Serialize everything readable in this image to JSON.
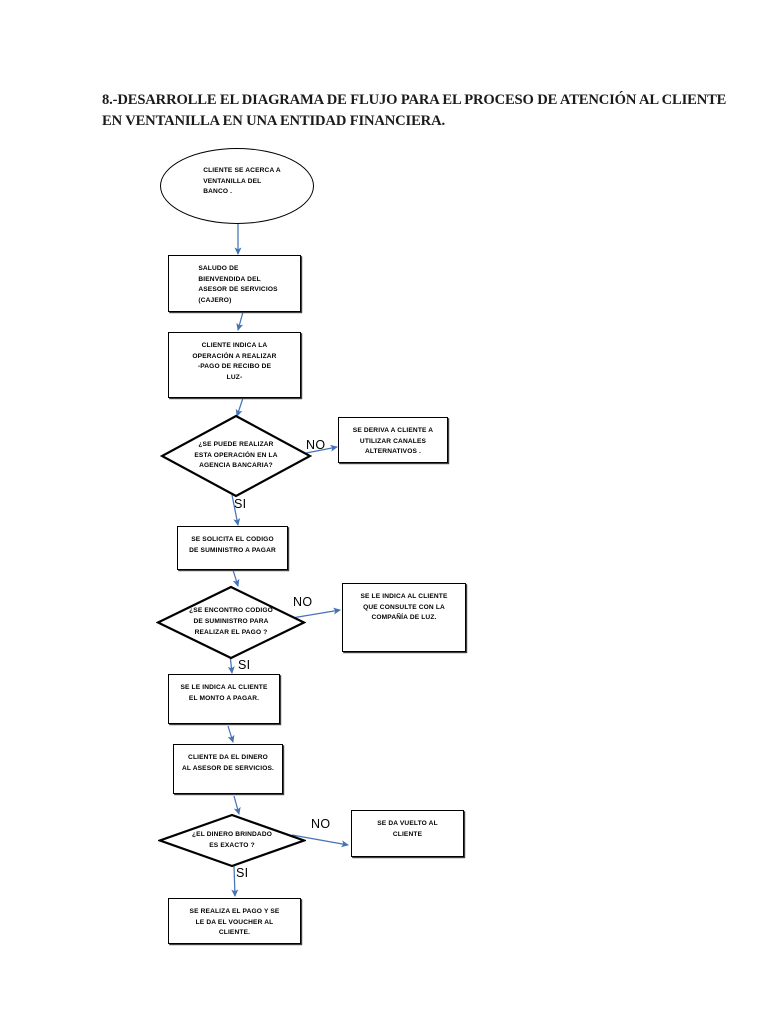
{
  "document": {
    "title": "8.-DESARROLLE EL DIAGRAMA DE FLUJO PARA EL PROCESO DE ATENCIÓN AL CLIENTE EN VENTANILLA EN UNA ENTIDAD FINANCIERA."
  },
  "colors": {
    "connector": "#4573b8",
    "shape_outline": "#000000",
    "text": "#000000",
    "background": "#ffffff"
  },
  "chart_data": {
    "type": "diagram",
    "diagram_kind": "flowchart",
    "title": "8.-DESARROLLE EL DIAGRAMA DE FLUJO PARA EL PROCESO DE ATENCIÓN AL CLIENTE EN VENTANILLA EN UNA ENTIDAD FINANCIERA.",
    "nodes": [
      {
        "id": "n1",
        "shape": "terminator",
        "text": "CLIENTE SE ACERCA A\nVENTANILLA DEL\nBANCO ."
      },
      {
        "id": "n2",
        "shape": "process",
        "text": "SALUDO DE\nBIENVENDIDA DEL\nASESOR DE SERVICIOS\n(CAJERO)"
      },
      {
        "id": "n3",
        "shape": "process",
        "text": "CLIENTE INDICA LA\nOPERACIÓN A REALIZAR\n-PAGO DE RECIBO DE\nLUZ-"
      },
      {
        "id": "n4",
        "shape": "decision",
        "text": "¿SE PUEDE REALIZAR\nESTA OPERACIÓN EN LA\nAGENCIA BANCARIA?"
      },
      {
        "id": "n5",
        "shape": "process",
        "text": "SE DERIVA A CLIENTE A\nUTILIZAR CANALES\nALTERNATIVOS ."
      },
      {
        "id": "n6",
        "shape": "process",
        "text": "SE SOLICITA EL CODIGO\nDE SUMINISTRO A PAGAR"
      },
      {
        "id": "n7",
        "shape": "decision",
        "text": "¿SE ENCONTRO CODIGO\nDE SUMINISTRO PARA\nREALIZAR EL PAGO ?"
      },
      {
        "id": "n8",
        "shape": "process",
        "text": "SE LE INDICA AL CLIENTE\nQUE CONSULTE CON LA\nCOMPAÑÍA DE LUZ."
      },
      {
        "id": "n9",
        "shape": "process",
        "text": "SE LE INDICA AL CLIENTE\nEL MONTO A PAGAR."
      },
      {
        "id": "n10",
        "shape": "process",
        "text": "CLIENTE DA EL DINERO\nAL ASESOR DE SERVICIOS."
      },
      {
        "id": "n11",
        "shape": "decision",
        "text": "¿EL DINERO BRINDADO\nES EXACTO ?"
      },
      {
        "id": "n12",
        "shape": "process",
        "text": "SE DA VUELTO AL\nCLIENTE"
      },
      {
        "id": "n13",
        "shape": "process",
        "text": "SE REALIZA EL PAGO Y SE\nLE DA EL VOUCHER AL\nCLIENTE."
      }
    ],
    "edges": [
      {
        "from": "n1",
        "to": "n2",
        "label": ""
      },
      {
        "from": "n2",
        "to": "n3",
        "label": ""
      },
      {
        "from": "n3",
        "to": "n4",
        "label": ""
      },
      {
        "from": "n4",
        "to": "n5",
        "label": "NO"
      },
      {
        "from": "n4",
        "to": "n6",
        "label": "SI"
      },
      {
        "from": "n6",
        "to": "n7",
        "label": ""
      },
      {
        "from": "n7",
        "to": "n8",
        "label": "NO"
      },
      {
        "from": "n7",
        "to": "n9",
        "label": "SI"
      },
      {
        "from": "n9",
        "to": "n10",
        "label": ""
      },
      {
        "from": "n10",
        "to": "n11",
        "label": ""
      },
      {
        "from": "n11",
        "to": "n12",
        "label": "NO"
      },
      {
        "from": "n11",
        "to": "n13",
        "label": "SI"
      }
    ]
  },
  "branch_labels": {
    "no_1": "NO",
    "si_1": "SI",
    "no_2": "NO",
    "si_2": "SI",
    "no_3": "NO",
    "si_3": "SI"
  }
}
